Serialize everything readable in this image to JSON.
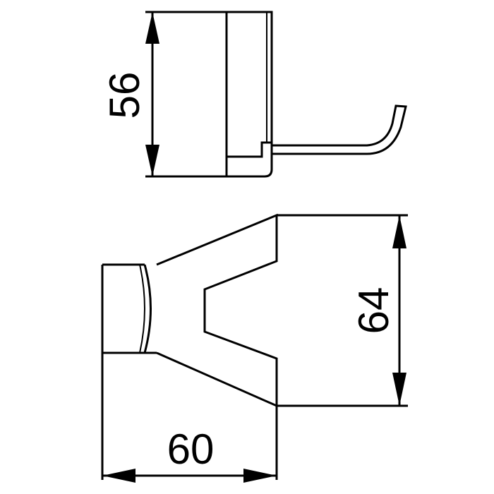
{
  "dimensions": {
    "height_top_view": "56",
    "height_front_view": "64",
    "width_front_view": "60"
  },
  "colors": {
    "line": "#000000",
    "background": "#ffffff"
  }
}
